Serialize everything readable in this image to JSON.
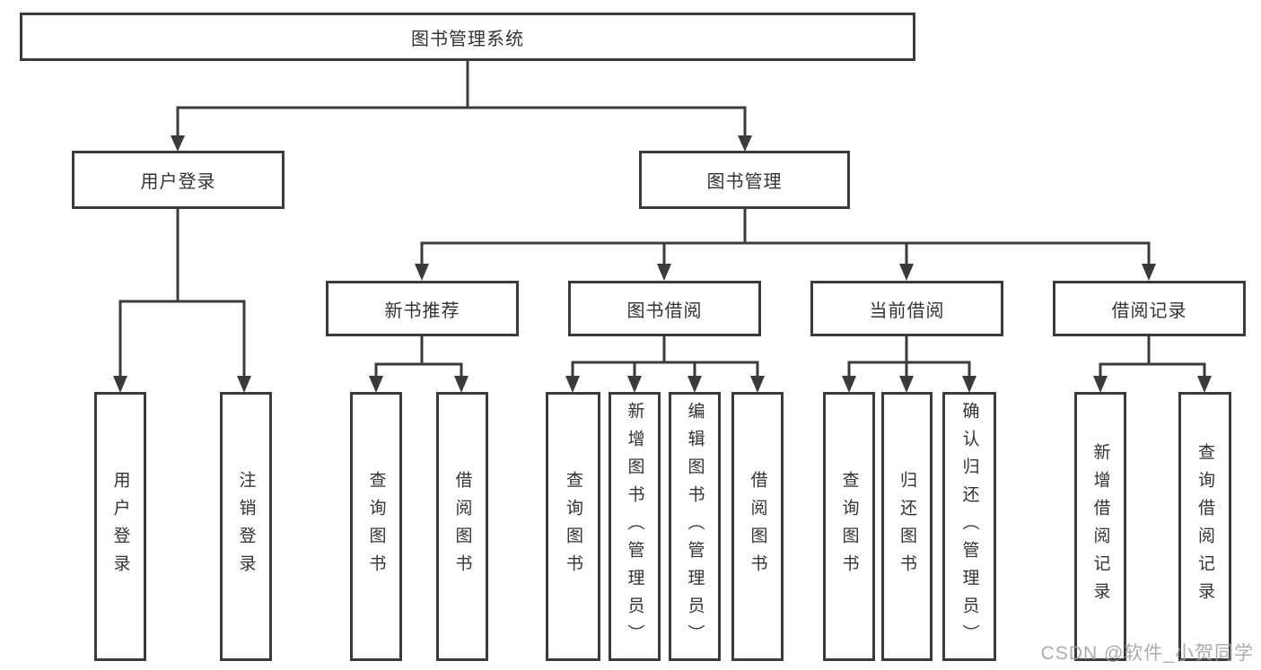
{
  "colors": {
    "line": "#3b3b3b",
    "box_border": "#3b3b3b",
    "box_fill": "#ffffff",
    "text": "#333333",
    "watermark": "#9e9e9e"
  },
  "tree": {
    "root": {
      "label": "图书管理系统"
    },
    "branches": [
      {
        "id": "user_login",
        "label": "用户登录"
      },
      {
        "id": "book_management",
        "label": "图书管理"
      }
    ],
    "sections": [
      {
        "id": "new_book",
        "label": "新书推荐"
      },
      {
        "id": "book_borrow",
        "label": "图书借阅"
      },
      {
        "id": "current_borrow",
        "label": "当前借阅"
      },
      {
        "id": "borrow_records",
        "label": "借阅记录"
      }
    ],
    "leaves": {
      "user_login": [
        "用户登录",
        "注销登录"
      ],
      "new_book": [
        "查询图书",
        "借阅图书"
      ],
      "book_borrow": [
        "查询图书",
        "新增图书（管理员）",
        "编辑图书（管理员）",
        "借阅图书"
      ],
      "current_borrow": [
        "查询图书",
        "归还图书",
        "确认归还（管理员）"
      ],
      "borrow_records": [
        "新增借阅记录",
        "查询借阅记录"
      ]
    }
  },
  "watermark": {
    "text": "CSDN @软件_小贺同学"
  }
}
